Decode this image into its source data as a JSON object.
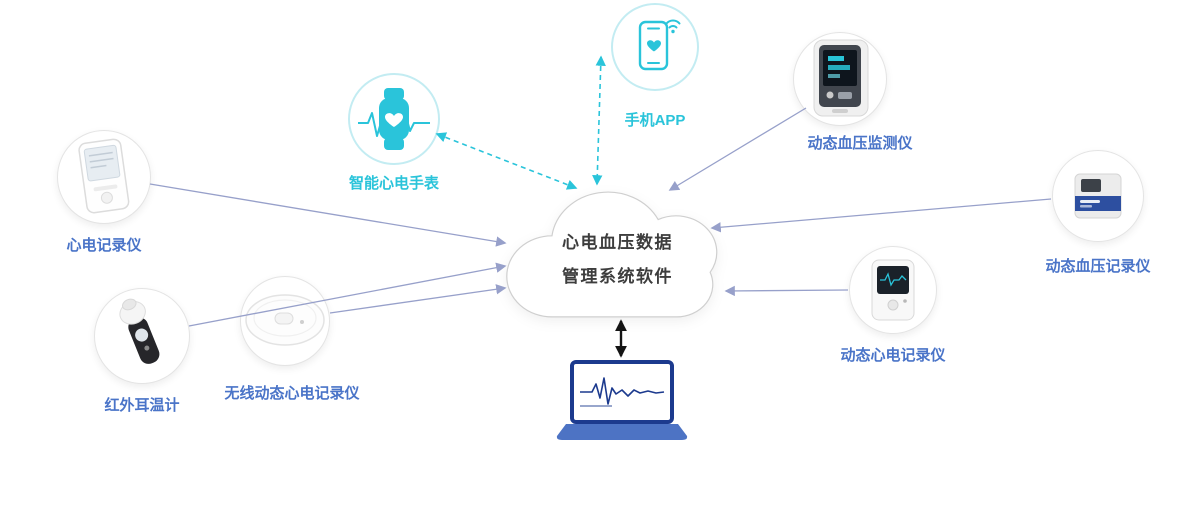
{
  "cloud": {
    "title_line1": "心电血压数据",
    "title_line2": "管理系统软件"
  },
  "nodes": {
    "ecg_recorder": {
      "label": "心电记录仪"
    },
    "ear_thermometer": {
      "label": "红外耳温计"
    },
    "patch_recorder": {
      "label": "无线动态心电记录仪"
    },
    "ecg_watch": {
      "label": "智能心电手表"
    },
    "phone_app": {
      "label": "手机APP"
    },
    "bp_monitor": {
      "label": "动态血压监测仪"
    },
    "bp_recorder": {
      "label": "动态血压记录仪"
    },
    "holter": {
      "label": "动态心电记录仪"
    }
  },
  "icons": {
    "watch": "ecg-smartwatch-icon",
    "phone": "phone-app-icon",
    "laptop": "laptop-ecg-icon"
  },
  "colors": {
    "accent_teal": "#2ac4da",
    "label_blue": "#4a74c8",
    "arrow_gray": "#97a0ca",
    "arrow_black": "#141414",
    "laptop_blue": "#1c3a8e",
    "laptop_base_blue": "#4d73c4"
  }
}
